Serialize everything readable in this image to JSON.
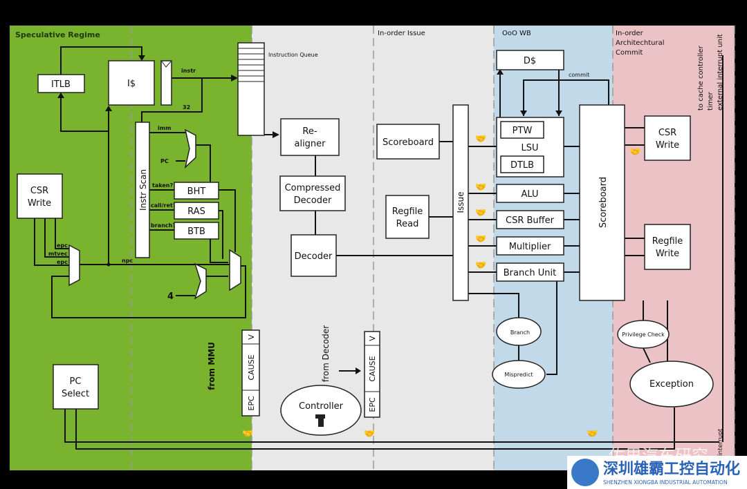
{
  "regions": {
    "speculative": "Speculative Regime",
    "in_order_issue": "In-order Issue",
    "ooo_wb": "OoO WB",
    "commit": [
      "In-order",
      "Architechtural",
      "Commit"
    ]
  },
  "colors": {
    "speculative": "#7ab32e",
    "issue": "#e8e8e8",
    "ooo": "#c2d9ea",
    "commit": "#ebc3c6"
  },
  "fetch": {
    "itlb": "ITLB",
    "icache": "I$",
    "instr": "instr",
    "bus_width": "32",
    "instruction_queue": "Instruction Queue",
    "instr_scan": "Instr Scan",
    "imm": "imm",
    "pc": "PC",
    "taken": "taken?",
    "callret": "call/ret?",
    "branch": "branch?",
    "bht": "BHT",
    "ras": "RAS",
    "btb": "BTB",
    "csr_write": [
      "CSR",
      "Write"
    ],
    "epc1": "epc",
    "mtvec": "mtvec",
    "epc2": "epc",
    "npc": "npc",
    "four": "4",
    "pc_select": [
      "PC",
      "Select"
    ],
    "from_mmu": "from MMU"
  },
  "decode": {
    "realigner": [
      "Re-",
      "aligner"
    ],
    "compressed_decoder": [
      "Compressed",
      "Decoder"
    ],
    "decoder": "Decoder",
    "scoreboard": "Scoreboard",
    "regfile_read": [
      "Regfile",
      "Read"
    ],
    "issue": "Issue",
    "from_decoder": "from Decoder",
    "controller": "Controller",
    "exc_fields": [
      "V",
      "CAUSE",
      "EPC"
    ]
  },
  "execute": {
    "dcache": "D$",
    "commit": "commit",
    "ptw": "PTW",
    "lsu": "LSU",
    "dtlb": "DTLB",
    "alu": "ALU",
    "csr_buffer": "CSR Buffer",
    "multiplier": "Multiplier",
    "branch_unit": "Branch Unit",
    "branch": "Branch",
    "mispredict": "Mispredict"
  },
  "commit_stage": {
    "scoreboard": "Scoreboard",
    "csr_write": [
      "CSR",
      "Write"
    ],
    "regfile_write": [
      "Regfile",
      "Write"
    ],
    "privilege_check": "Privilege Check",
    "exception": "Exception",
    "side_labels": [
      "to cache controller",
      "timer",
      "external interrupt unit"
    ],
    "interrupt": "interrupt"
  },
  "watermark": {
    "text": "佐思汽车研究",
    "company": "深圳雄霸工控自动化",
    "company_en": "SHENZHEN XIONGBA INDUSTRIAL AUTOMATION"
  }
}
